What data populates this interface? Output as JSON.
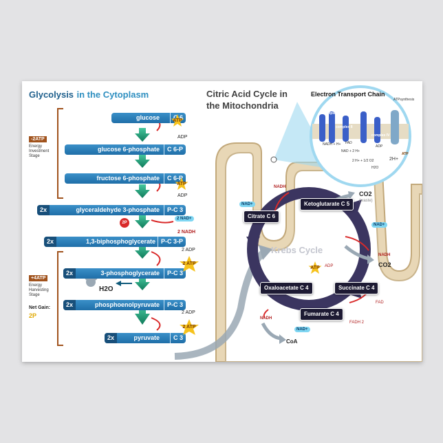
{
  "glycolysis": {
    "title_main": "Glycolysis",
    "title_sub": "in the Cytoplasm",
    "steps": [
      {
        "name": "glucose",
        "formula": "C 6",
        "mult": ""
      },
      {
        "name": "glucose 6-phosphate",
        "formula": "C 6-P",
        "mult": ""
      },
      {
        "name": "fructose 6-phosphate",
        "formula": "C 6-P",
        "mult": ""
      },
      {
        "name": "glyceraldehyde 3-phosphate",
        "formula": "P-C 3",
        "mult": "2x"
      },
      {
        "name": "1,3-biphosphoglycerate",
        "formula": "P-C 3-P",
        "mult": "2x"
      },
      {
        "name": "3-phosphoglycerate",
        "formula": "P-C 3",
        "mult": "2x"
      },
      {
        "name": "phosphoenolpyruvate",
        "formula": "P-C 3",
        "mult": "2x"
      },
      {
        "name": "pyruvate",
        "formula": "C 3",
        "mult": "2x"
      }
    ],
    "investment": {
      "tag": "-2ATP",
      "label": "Energy Investment Stage"
    },
    "harvesting": {
      "tag": "+4ATP",
      "label": "Energy Harvesting Stage"
    },
    "net_gain_label": "Net Gain:",
    "net_gain_value": "2P",
    "atp": "ATP",
    "adp": "ADP",
    "two_atp": "2 ATP",
    "two_adp": "2 ADP",
    "two_nad_plus": "2 NAD+",
    "two_nadh": "2 NADH",
    "two_p": "2P",
    "water": "H2O"
  },
  "krebs": {
    "title": "Citric Acid Cycle in the Mitochondria",
    "cycle_name": "Krebs Cycle",
    "compounds": [
      {
        "name": "Citrate",
        "carbons": "C 6"
      },
      {
        "name": "Ketoglutarate",
        "carbons": "C 5"
      },
      {
        "name": "Succinate",
        "carbons": "C 4"
      },
      {
        "name": "Fumarate",
        "carbons": "C 4"
      },
      {
        "name": "Oxaloacetate",
        "carbons": "C 4"
      }
    ],
    "nad_plus": "NAD+",
    "nadh": "NADH",
    "co2": "CO2",
    "co2_waste": "(waste)",
    "atp": "ATP",
    "adp": "ADP",
    "fad": "FAD",
    "fadh2": "FADH 2",
    "coa": "CoA"
  },
  "etc": {
    "title": "Electron Transport Chain",
    "labels": [
      "ATPsynthesis",
      "complex I",
      "complex II",
      "complex III",
      "complex IV",
      "NADH + H+",
      "NAD + 2 H+",
      "FAD",
      "2 H+ + 1/2 O2",
      "H2O",
      "ADP",
      "ATP",
      "2H+"
    ]
  },
  "colors": {
    "blue": "#2a7fb8",
    "dark_blue": "#184f7a",
    "brown": "#a0521c",
    "gold": "#f6c21c",
    "krebs_box": "#1d1a33",
    "nad": "#7fd6f2"
  }
}
